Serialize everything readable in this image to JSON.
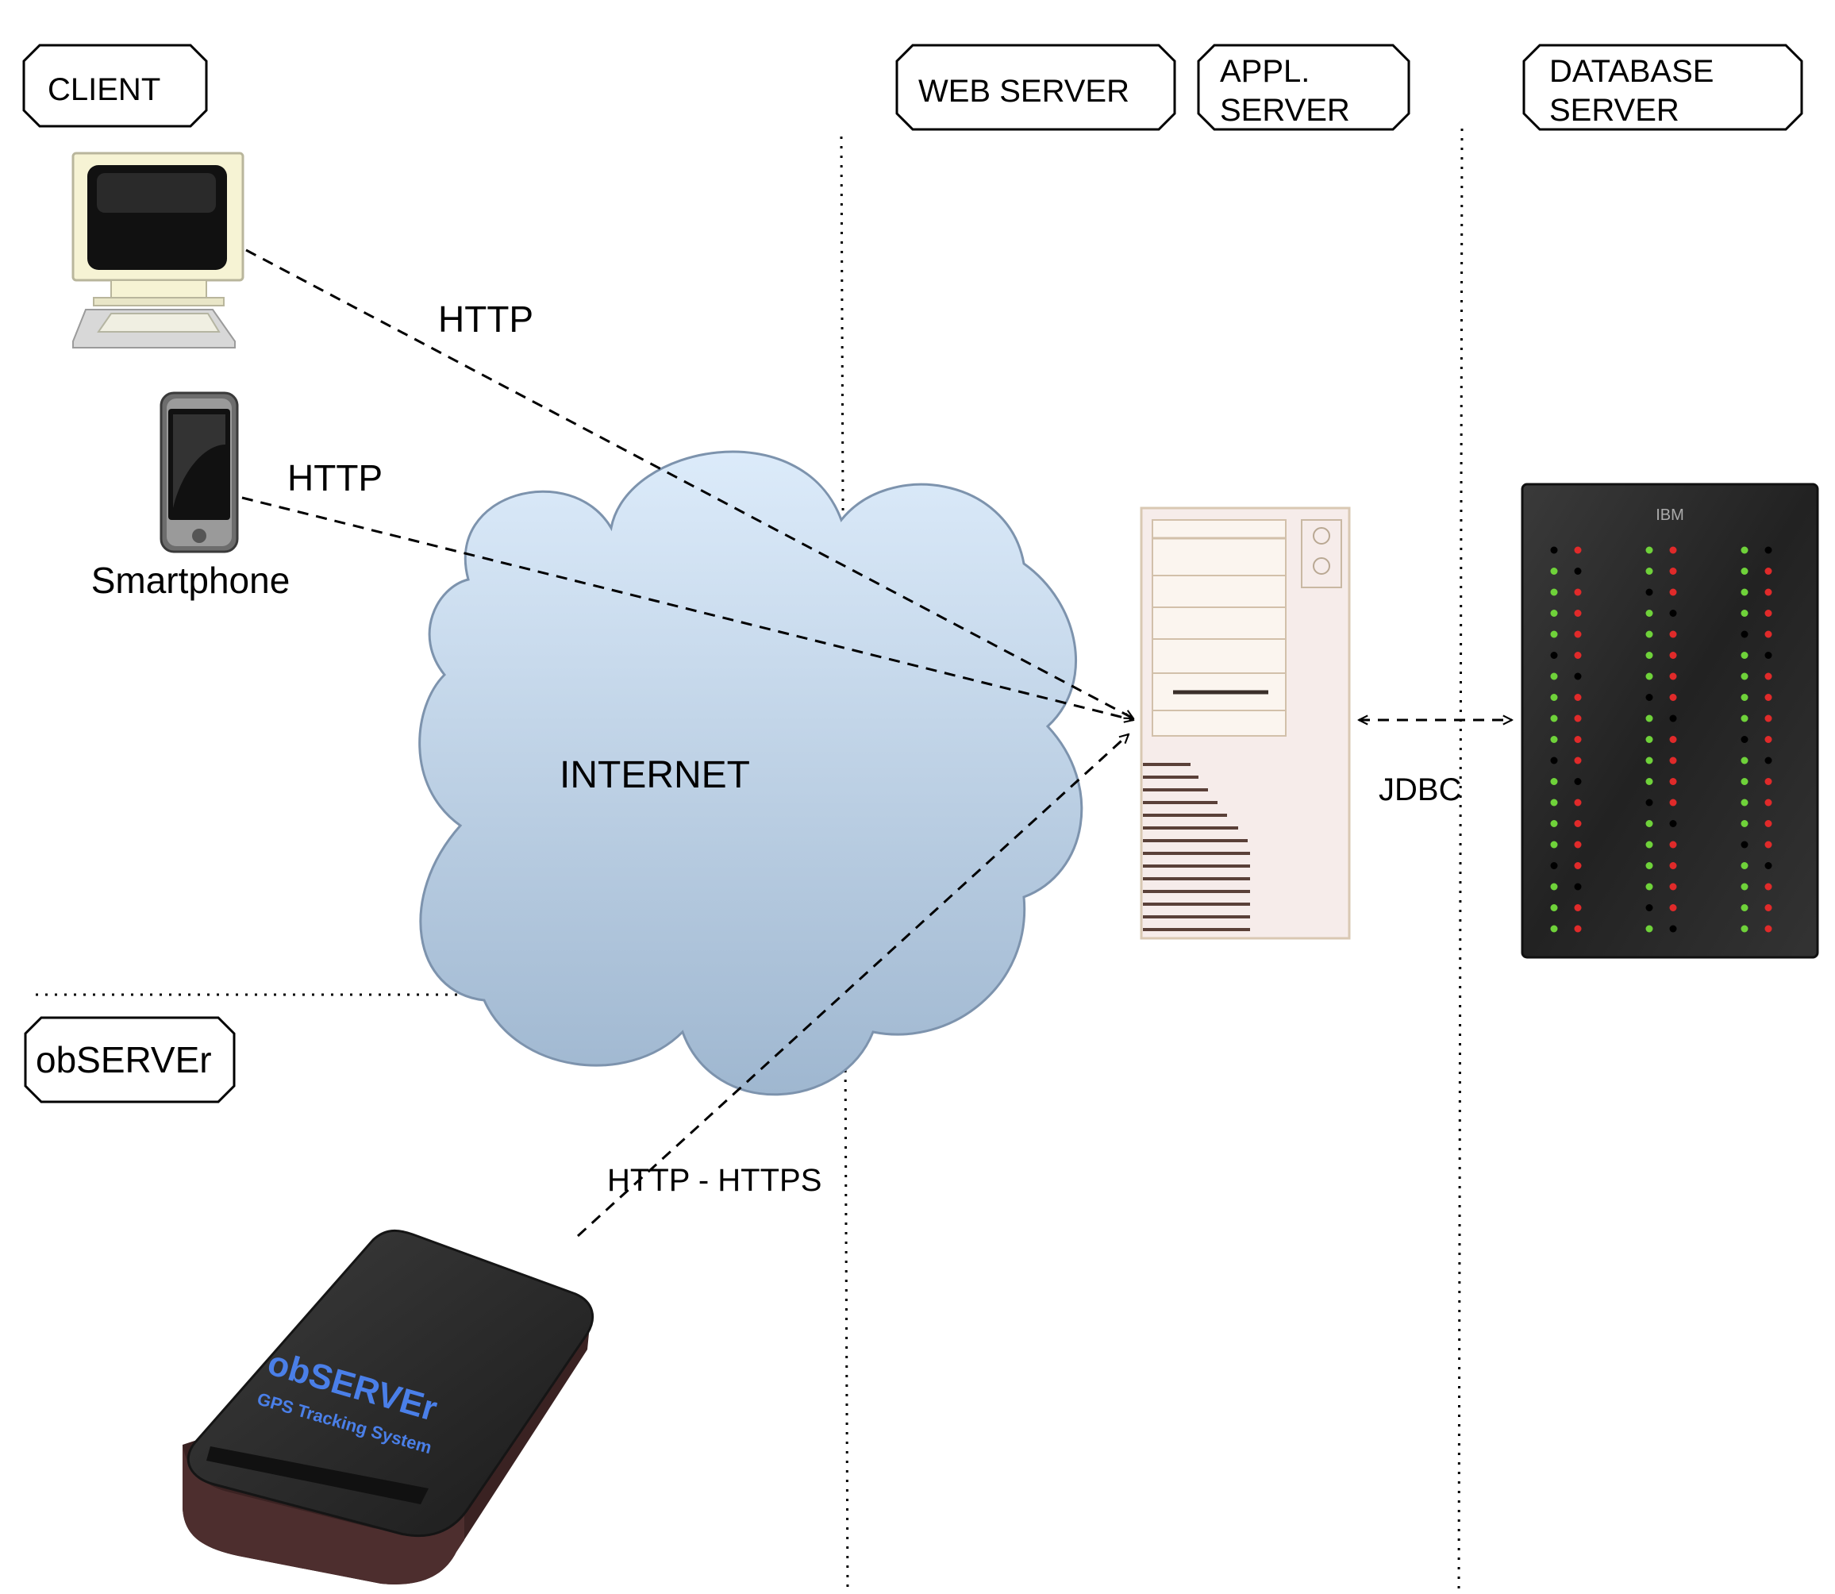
{
  "zones": {
    "client": "CLIENT",
    "web_server": "WEB SERVER",
    "appl_server_line1": "APPL.",
    "appl_server_line2": "SERVER",
    "database_server_line1": "DATABASE",
    "database_server_line2": "SERVER",
    "observer": "obSERVEr"
  },
  "nodes": {
    "smartphone": "Smartphone",
    "internet": "INTERNET",
    "mainframe_brand": "IBM",
    "tracker_brand": "obSERVEr",
    "tracker_subtitle": "GPS Tracking System"
  },
  "links": {
    "pc_http": "HTTP",
    "phone_http": "HTTP",
    "tracker_http": "HTTP - HTTPS",
    "db_link": "JDBC"
  },
  "colors": {
    "cloud_top": "#dcebfa",
    "cloud_bottom": "#9fb7d0",
    "cloud_stroke": "#7d93ad",
    "tower_body": "#f6ecea",
    "mainframe_body": "#2a2a2a",
    "led_green": "#6fd23a",
    "led_red": "#e02a2a",
    "tracker_text": "#4a7fe8"
  }
}
